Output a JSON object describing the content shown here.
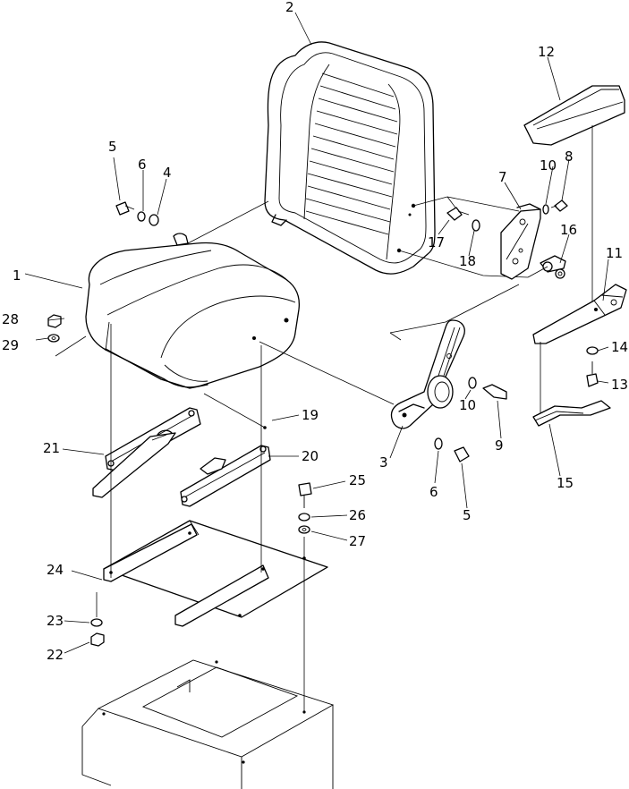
{
  "callouts": {
    "c1": "1",
    "c2": "2",
    "c3": "3",
    "c4": "4",
    "c5a": "5",
    "c5b": "5",
    "c6a": "6",
    "c6b": "6",
    "c7": "7",
    "c8": "8",
    "c9": "9",
    "c10a": "10",
    "c10b": "10",
    "c11": "11",
    "c12": "12",
    "c13": "13",
    "c14": "14",
    "c15": "15",
    "c16": "16",
    "c17": "17",
    "c18": "18",
    "c19": "19",
    "c20": "20",
    "c21": "21",
    "c22": "22",
    "c23": "23",
    "c24": "24",
    "c25": "25",
    "c26": "26",
    "c27": "27",
    "c28": "28",
    "c29": "29"
  }
}
